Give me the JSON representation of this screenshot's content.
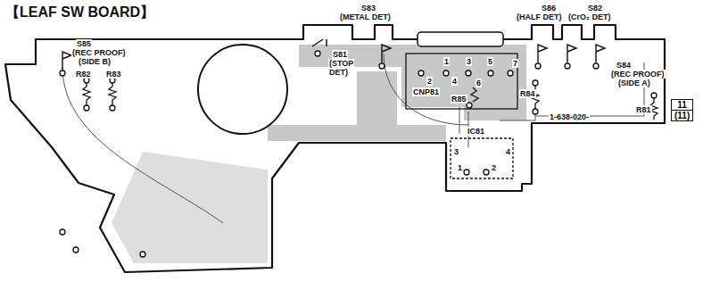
{
  "diagram": {
    "title": "【LEAF SW BOARD】",
    "nodes": [
      {
        "text": [
          "11",
          "(11)"
        ]
      }
    ],
    "labels": [
      "S83",
      "(METAL DET)",
      "S86",
      "(HALF DET)",
      "S82",
      "(CrO₂ DET)",
      "S85",
      "(REC PROOF)",
      "(SIDE B)",
      "R82",
      "R83",
      "S81",
      "(STOP",
      "DET)",
      "CNP81",
      "1",
      "3",
      "5",
      "7",
      "2",
      "4",
      "6",
      "R84",
      "S84",
      "(REC PROOF)",
      "(SIDE A)",
      "R81",
      "R85",
      "IC81",
      "3",
      "4",
      "1",
      "2",
      "1-638-020-"
    ]
  }
}
